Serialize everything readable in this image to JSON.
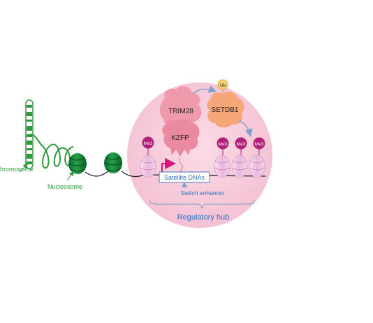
{
  "labels": {
    "chromosome": "hromosome",
    "nucleosome": "Nucleosome",
    "trim28": "TRIM28",
    "kzfp": "KZFP",
    "setdb1": "SETDB1",
    "ub": "Ub",
    "me3": "Me3",
    "satellite_dnas": "Satellite DNAs",
    "switch_enhancer": "Switch enhancer",
    "regulatory_hub": "Regulatory hub"
  },
  "colors": {
    "hub_fill": "#f6c9d8",
    "chromosome_green": "#2f9a3c",
    "nucleosome_green": "#1f8a3a",
    "trim28_pink": "#ef9aab",
    "kzfp_pink": "#e98aa0",
    "setdb1_orange": "#f5a77a",
    "ub_yellow": "#f6d36b",
    "me3_magenta": "#b0217a",
    "histone_lavender": "#f0c9e3",
    "arrow_magenta": "#d6187c",
    "text_blue": "#2f6fc3",
    "arrow_blue": "#7fa0c8"
  }
}
